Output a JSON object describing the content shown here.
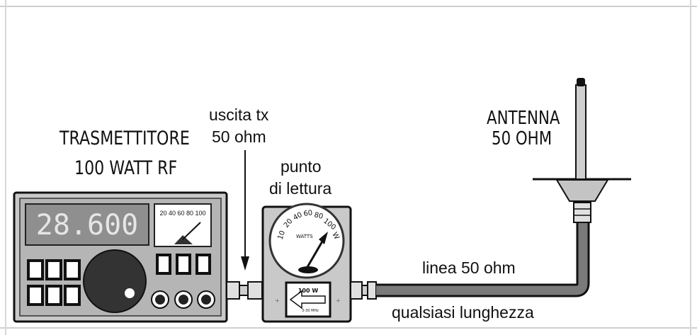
{
  "labels": {
    "transmitter_line1": "TRASMETTITORE",
    "transmitter_line2": "100 WATT RF",
    "tx_output_line1": "uscita tx",
    "tx_output_line2": "50 ohm",
    "read_point_line1": "punto",
    "read_point_line2": "di lettura",
    "antenna_line1": "ANTENNA",
    "antenna_line2": "50 OHM",
    "line_label": "linea 50 ohm",
    "length_label": "qualsiasi lunghezza"
  },
  "transmitter": {
    "frequency_display": "28.600",
    "meter_scale": "20 40 60 80 100"
  },
  "wattmeter": {
    "scale_values": [
      "10",
      "20",
      "40",
      "60",
      "80",
      "100",
      "W"
    ],
    "unit_label": "WATTS",
    "element_rating": "100 W",
    "element_band": "3-30 MHz"
  },
  "colors": {
    "outline": "#111111",
    "panel_gray": "#b8b8b8",
    "display_gray": "#9a9a9a",
    "cable_gray": "#7a7a7a"
  }
}
